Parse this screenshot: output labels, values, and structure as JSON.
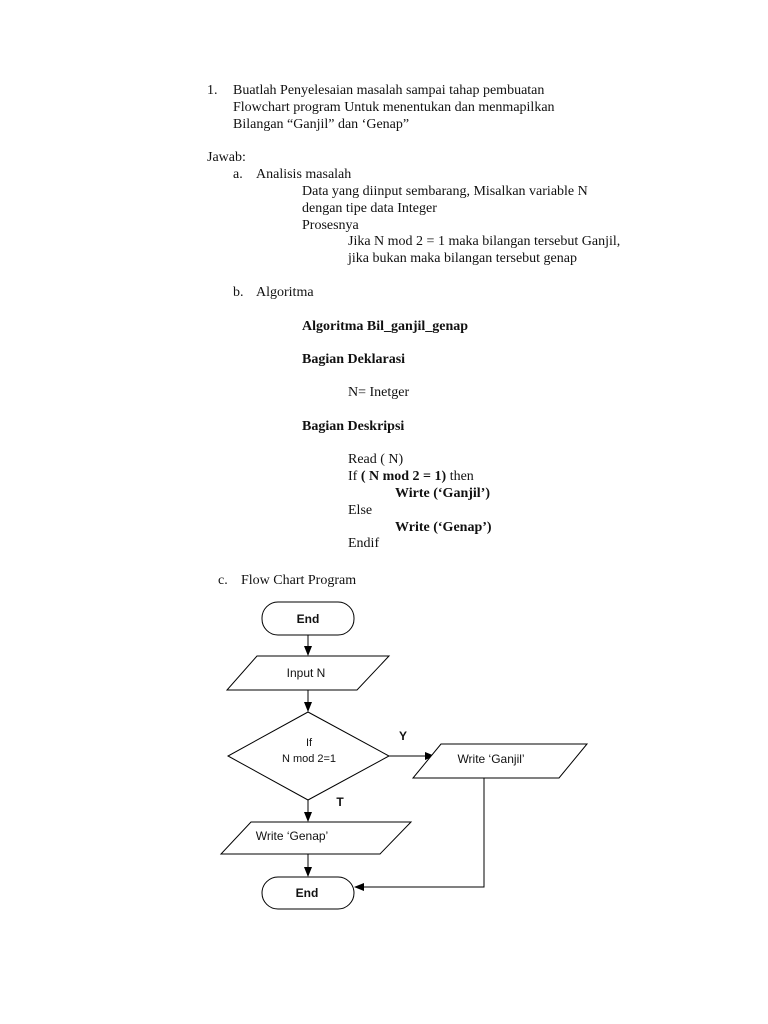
{
  "question": {
    "number": "1.",
    "lines": [
      "Buatlah Penyelesaian masalah sampai tahap pembuatan",
      "Flowchart program Untuk menentukan dan menmapilkan",
      "Bilangan “Ganjil” dan ‘Genap”"
    ]
  },
  "answer": {
    "label": "Jawab:",
    "analysis": {
      "marker": "a.",
      "heading": "Analisis masalah",
      "lines": [
        "Data yang diinput sembarang, Misalkan variable N",
        "dengan tipe data Integer",
        "Prosesnya"
      ],
      "process_lines": [
        "Jika N mod 2 = 1 maka bilangan tersebut Ganjil,",
        "jika bukan maka bilangan tersebut genap"
      ]
    },
    "algorithm": {
      "marker": "b.",
      "heading": "Algoritma",
      "title": "Algoritma Bil_ganjil_genap",
      "declaration_heading": "Bagian Deklarasi",
      "declaration": "N= Inetger",
      "description_heading": "Bagian Deskripsi",
      "read": "Read ( N)",
      "if_kw": "If ",
      "if_cond": "( N mod 2 = 1)",
      "then_kw": "  then",
      "write_ganjil": "Wirte (‘Ganjil’)",
      "else_kw": "Else",
      "write_genap": "Write (‘Genap’)",
      "endif_kw": "Endif"
    },
    "flowchart": {
      "marker": "c.",
      "heading": "Flow Chart Program",
      "start_label": "End",
      "input_label": "Input N",
      "decision_line1": "If",
      "decision_line2": "N mod 2=1",
      "yes_label": "Y",
      "no_label": "T",
      "write_ganjil_label": "Write ‘Ganjil’",
      "write_genap_label": "Write ‘Genap’",
      "end_label": "End"
    }
  }
}
